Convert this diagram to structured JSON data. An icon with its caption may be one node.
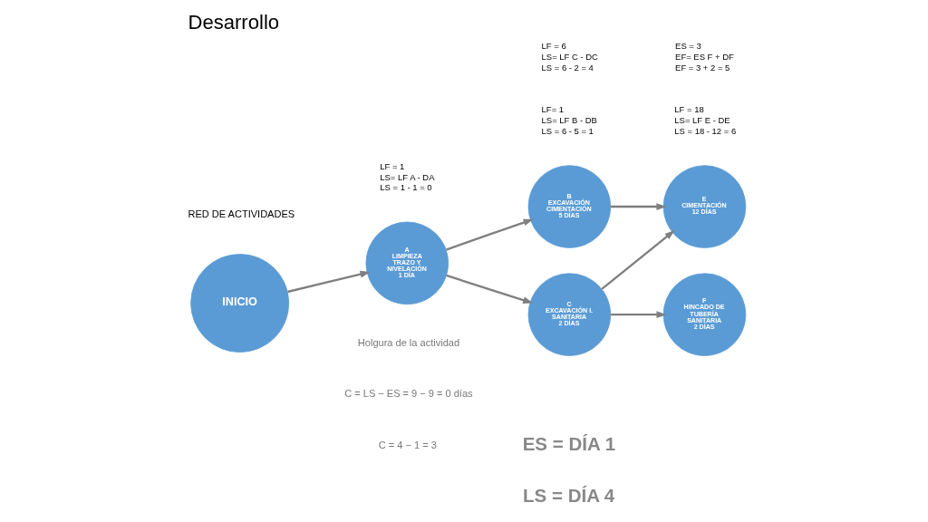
{
  "diagram": {
    "title": "Desarrollo",
    "nodes": [
      {
        "text": [
          "INICIO"
        ]
      },
      {
        "text": [
          "A",
          "LIMPIEZA TRAZO Y NIVELACIÓN",
          "1 DÍA"
        ],
        "beside": [
          "LF = 1",
          "LS= LF A - DA",
          "LS = 1 - 1 = 0"
        ]
      },
      {
        "text": [
          "B",
          "EXCAVACIÓN CIMENTACIÓN",
          "5 DÍAS"
        ],
        "beside": [
          "LF= 1",
          "LS= LF B - DB",
          "LS = 6 - 5 = 1"
        ]
      },
      {
        "text": [
          "C",
          "EXCAVACIÓN I. SANITARIA",
          "2 DÍAS"
        ],
        "beside": [
          "LF = 6",
          "LS= LF C - DC",
          "LS = 6 - 2 = 4"
        ]
      },
      {
        "text": [
          "E",
          "CIMENTACIÓN",
          "12 DÍAS"
        ],
        "beside": [
          "LF = 18",
          "LS= LF E - DE",
          "LS = 18 - 12 = 6"
        ]
      },
      {
        "text": [
          "F",
          "HINCADO DE TUBERÍA SANITARIA",
          "2 DÍAS"
        ],
        "beside": [
          "ES = 3",
          "EF= ES F + DF",
          "EF = 3 + 2 = 5"
        ]
      }
    ],
    "edges": [
      {
        "from": 0,
        "to": 1,
        "arrow": "to"
      },
      {
        "from": 1,
        "to": 2,
        "arrow": "to"
      },
      {
        "from": 1,
        "to": 3,
        "arrow": "to"
      },
      {
        "from": 2,
        "to": 4,
        "arrow": "to"
      },
      {
        "from": 3,
        "to": 4,
        "arrow": "to"
      },
      {
        "from": 3,
        "to": 5,
        "arrow": "to"
      }
    ],
    "labels": [
      "RED DE ACTIVIDADES",
      "Holgura de la actividad",
      "C = LS − ES = 9 − 9 = 0 días",
      "C = 4 − 1 = 3",
      "ES = DÍA 1",
      "LS = DÍA 4"
    ]
  }
}
